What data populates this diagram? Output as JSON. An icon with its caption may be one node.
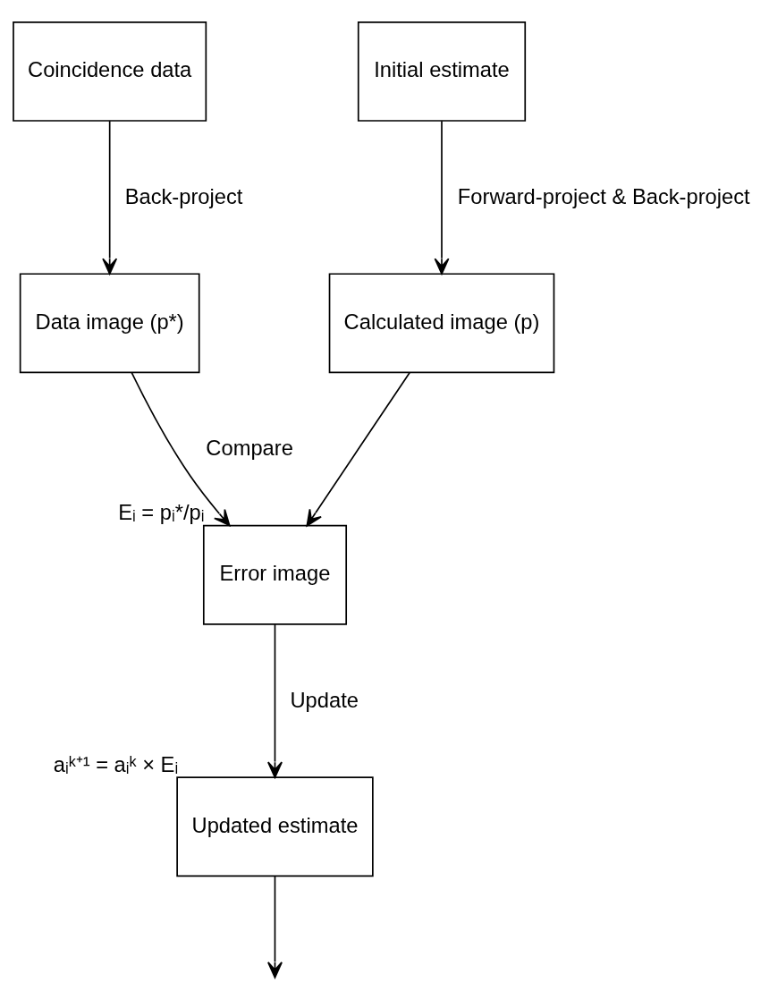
{
  "diagram": {
    "nodes": [
      {
        "text": [
          "Coincidence data"
        ]
      },
      {
        "text": [
          "Initial estimate"
        ]
      },
      {
        "text": [
          "Data image (p*)"
        ]
      },
      {
        "text": [
          "Calculated image (p)"
        ]
      },
      {
        "text": [
          "Error image"
        ],
        "beside": [
          "Eᵢ = pᵢ*/pᵢ"
        ]
      },
      {
        "text": [
          "Updated estimate"
        ],
        "beside": [
          "aᵢᵏ⁺¹ = aᵢᵏ × Eᵢ"
        ]
      }
    ],
    "edges": [
      {
        "from": 0,
        "to": 2,
        "arrow": "to",
        "label": "Back-project"
      },
      {
        "from": 1,
        "to": 3,
        "arrow": "to",
        "label": "Forward-project & Back-project"
      },
      {
        "from": 2,
        "to": 4,
        "arrow": "to",
        "label": "Compare"
      },
      {
        "from": 3,
        "to": 4,
        "arrow": "to"
      },
      {
        "from": 4,
        "to": 5,
        "arrow": "to",
        "label": "Update"
      },
      {
        "from": 5,
        "to": null,
        "arrow": "to"
      }
    ]
  }
}
